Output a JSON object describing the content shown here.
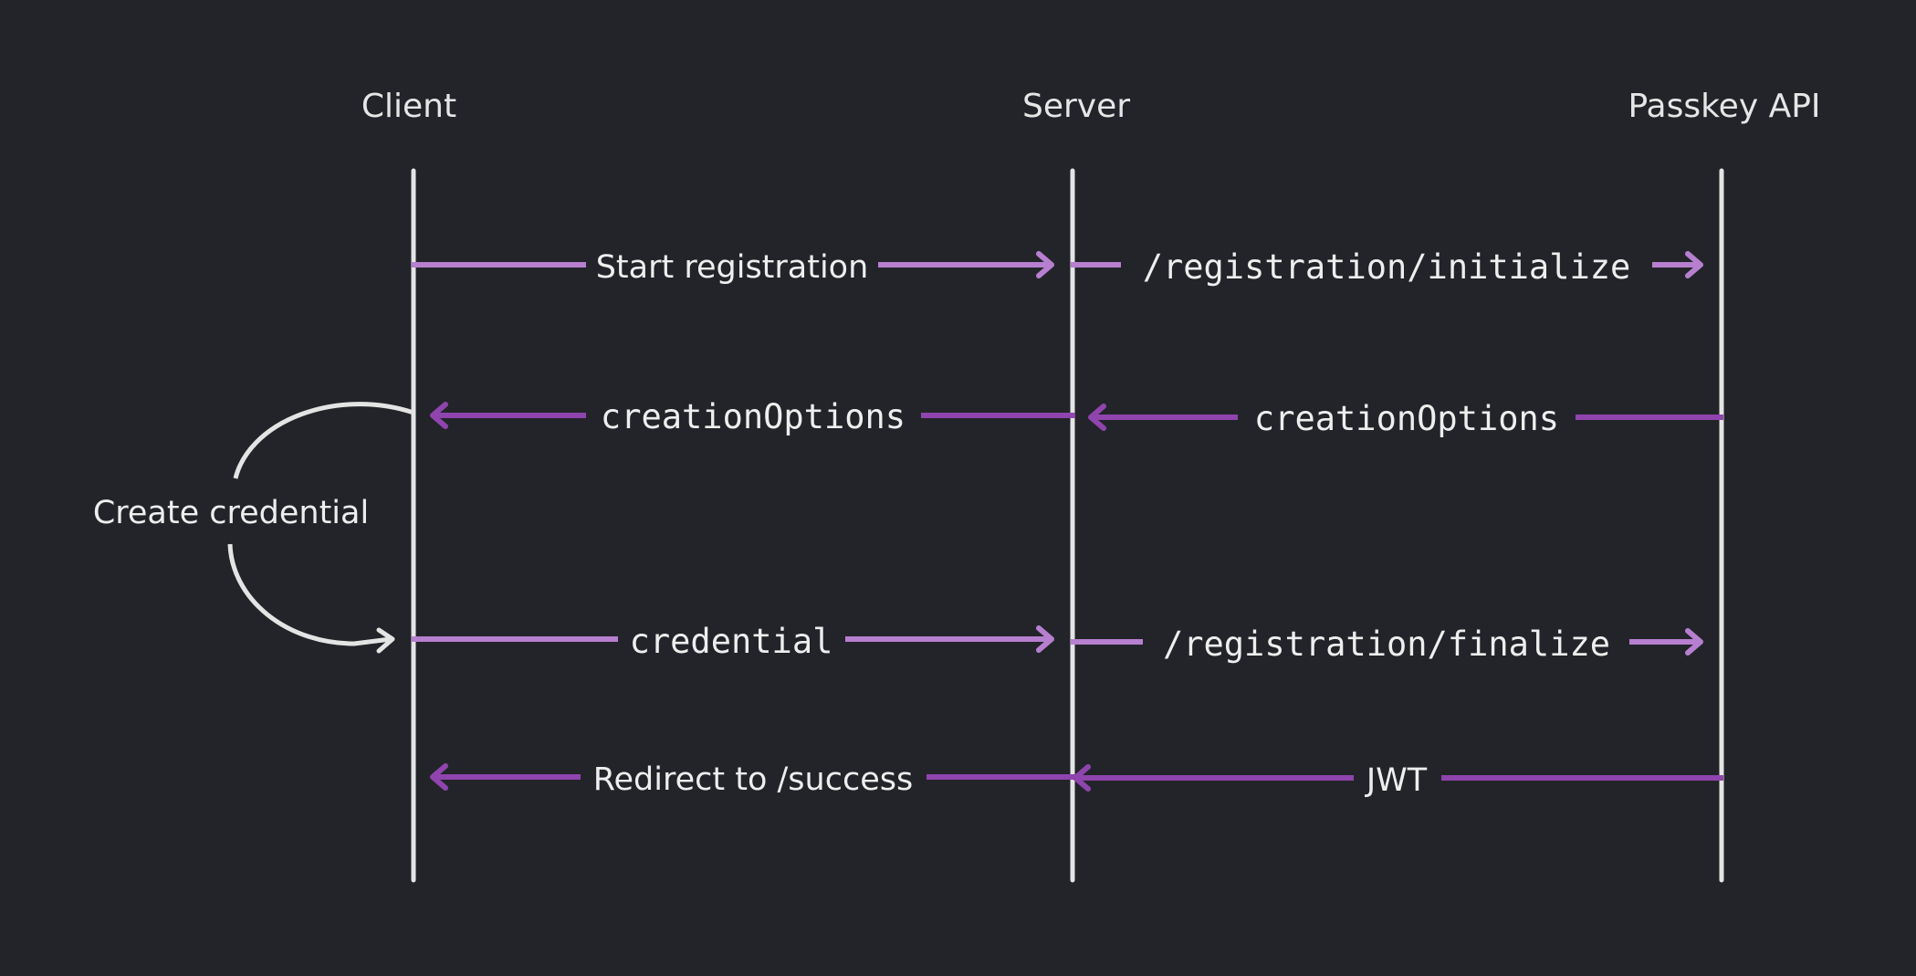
{
  "diagram": {
    "type": "sequence",
    "colors": {
      "background": "#222429",
      "request_arrow": "#b77fcf",
      "response_arrow": "#8f45ad",
      "lifeline": "#e4e4e4",
      "text": "#eeeeee"
    },
    "actors": [
      {
        "id": "client",
        "label": "Client"
      },
      {
        "id": "server",
        "label": "Server"
      },
      {
        "id": "passkey_api",
        "label": "Passkey API"
      }
    ],
    "messages": [
      {
        "from": "client",
        "to": "server",
        "label": "Start registration",
        "kind": "request",
        "font": "sans"
      },
      {
        "from": "server",
        "to": "passkey_api",
        "label": "/registration/initialize",
        "kind": "request",
        "font": "mono"
      },
      {
        "from": "server",
        "to": "client",
        "label": "creationOptions",
        "kind": "response",
        "font": "mono"
      },
      {
        "from": "passkey_api",
        "to": "server",
        "label": "creationOptions",
        "kind": "response",
        "font": "mono"
      },
      {
        "from": "client",
        "to": "server",
        "label": "credential",
        "kind": "request",
        "font": "mono"
      },
      {
        "from": "server",
        "to": "passkey_api",
        "label": "/registration/finalize",
        "kind": "request",
        "font": "mono"
      },
      {
        "from": "server",
        "to": "client",
        "label": "Redirect to /success",
        "kind": "response",
        "font": "sans"
      },
      {
        "from": "passkey_api",
        "to": "server",
        "label": "JWT",
        "kind": "response",
        "font": "sans"
      }
    ],
    "self_loop": {
      "actor": "client",
      "label": "Create credential"
    }
  }
}
